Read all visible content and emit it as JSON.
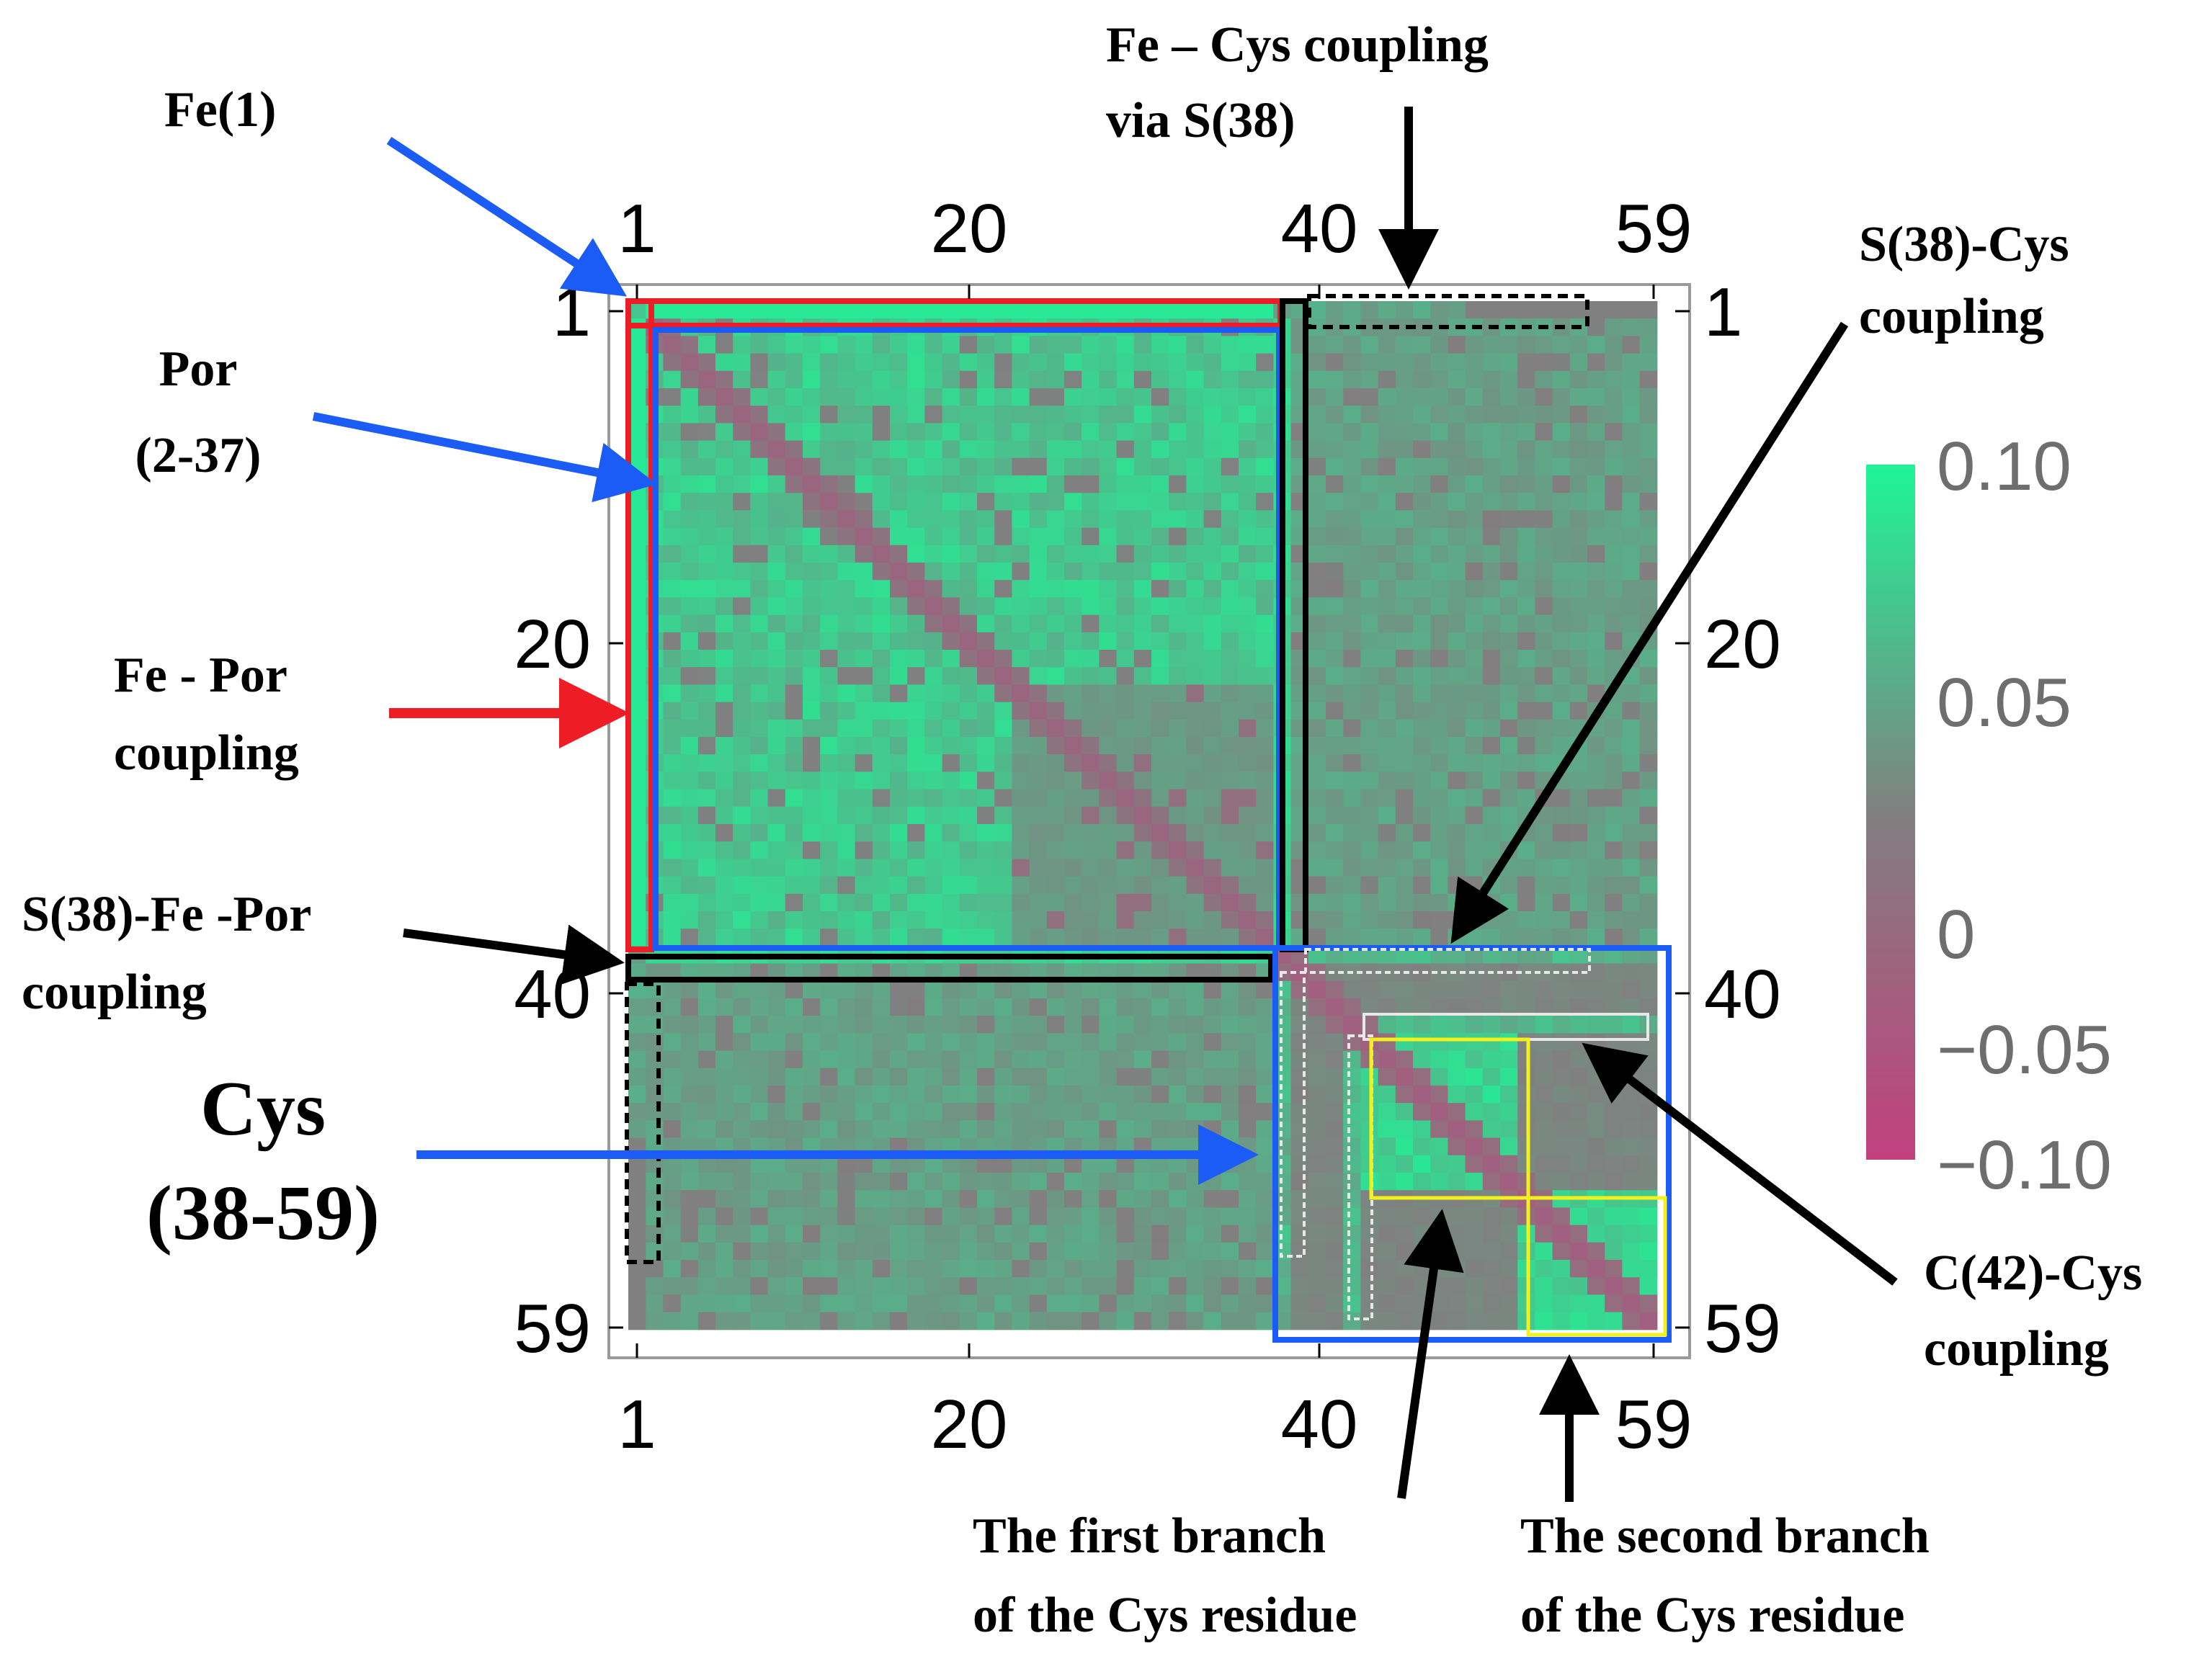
{
  "chart_data": {
    "type": "heatmap",
    "title": "",
    "n": 59,
    "x_ticks": [
      "1",
      "20",
      "40",
      "59"
    ],
    "y_ticks": [
      "1",
      "20",
      "40",
      "59"
    ],
    "colorbar": {
      "min": -0.1,
      "max": 0.1,
      "ticks": [
        "0.10",
        "0.05",
        "0",
        "−0.05",
        "−0.10"
      ],
      "colors": {
        "low": "#c2407e",
        "mid": "#808080",
        "high": "#1ef597"
      }
    },
    "groups": [
      {
        "name": "Fe",
        "range": [
          1,
          1
        ]
      },
      {
        "name": "Por",
        "range": [
          2,
          37
        ]
      },
      {
        "name": "S",
        "range": [
          38,
          38
        ]
      },
      {
        "name": "Cys",
        "range": [
          38,
          59
        ]
      }
    ],
    "approx_values": {
      "fe_por_coupling": 0.09,
      "por_por_offdiagonal": 0.07,
      "por_diagonal": -0.04,
      "por_cys_coupling": 0.03,
      "fe_cys_coupling": 0.02,
      "cys_branch_blocks": 0.08,
      "cys_diagonal": -0.05
    },
    "annotations": {
      "fe1": "Fe(1)",
      "por_line1": "Por",
      "por_line2": "(2-37)",
      "fe_por_line1": "Fe - Por",
      "fe_por_line2": "coupling",
      "sfepor_line1": "S(38)-Fe -Por",
      "sfepor_line2": "coupling",
      "cys_line1": "Cys",
      "cys_line2": "(38-59)",
      "fecys_line1": "Fe – Cys coupling",
      "fecys_line2": "via S(38)",
      "scys_line1": "S(38)-Cys",
      "scys_line2": "coupling",
      "c42_line1": "C(42)-Cys",
      "c42_line2": "coupling",
      "branch1_line1": "The first branch",
      "branch1_line2": "of the Cys residue",
      "branch2_line1": "The second branch",
      "branch2_line2": "of the Cys residue"
    }
  }
}
